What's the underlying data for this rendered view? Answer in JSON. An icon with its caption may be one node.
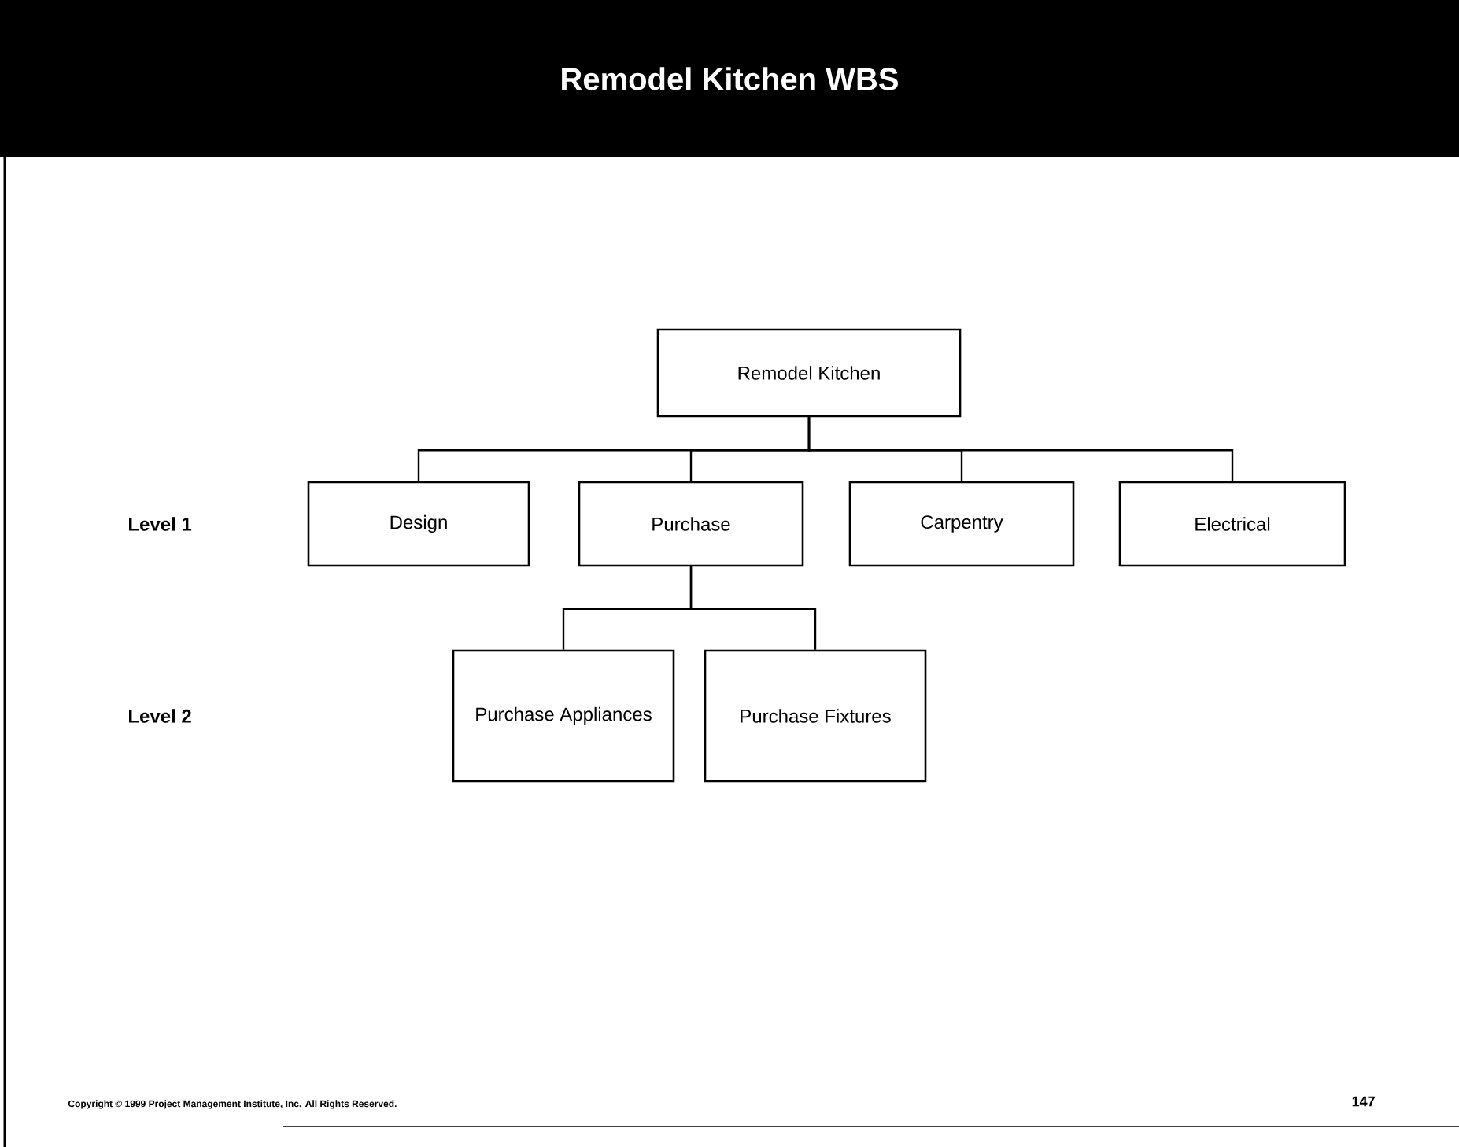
{
  "diagram": {
    "title": "Remodel Kitchen WBS",
    "nodes": [
      {
        "text": [
          "Remodel Kitchen"
        ]
      },
      {
        "text": [
          "Design"
        ]
      },
      {
        "text": [
          "Purchase"
        ]
      },
      {
        "text": [
          "Carpentry"
        ]
      },
      {
        "text": [
          "Electrical"
        ]
      },
      {
        "text": [
          "Purchase Appliances"
        ]
      },
      {
        "text": [
          "Purchase Fixtures"
        ]
      }
    ],
    "edges": [
      {
        "from": 0,
        "to": 1,
        "arrow": "none"
      },
      {
        "from": 0,
        "to": 2,
        "arrow": "none"
      },
      {
        "from": 0,
        "to": 3,
        "arrow": "none"
      },
      {
        "from": 0,
        "to": 4,
        "arrow": "none"
      },
      {
        "from": 2,
        "to": 5,
        "arrow": "none"
      },
      {
        "from": 2,
        "to": 6,
        "arrow": "none"
      }
    ],
    "labels": [
      "Level 1",
      "Level 2",
      "Copyright © 1999 Project Management Institute, Inc. All Rights Reserved.",
      "147"
    ]
  }
}
